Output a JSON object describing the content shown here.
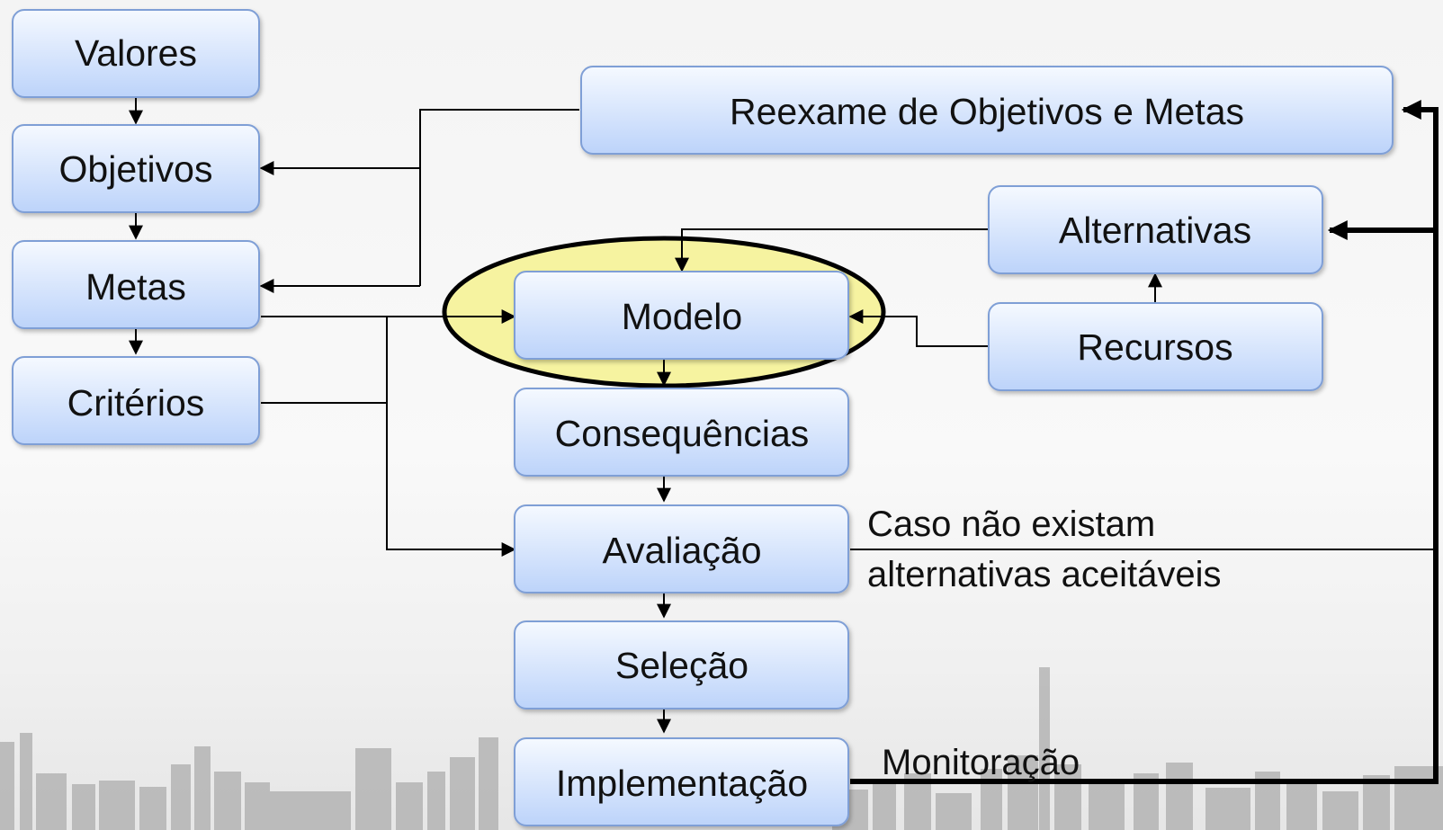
{
  "nodes": {
    "valores": "Valores",
    "objetivos": "Objetivos",
    "metas": "Metas",
    "criterios": "Critérios",
    "reexame": "Reexame de Objetivos e Metas",
    "alternativas": "Alternativas",
    "recursos": "Recursos",
    "modelo": "Modelo",
    "consequencias": "Consequências",
    "avaliacao": "Avaliação",
    "selecao": "Seleção",
    "implementacao": "Implementação"
  },
  "annotations": {
    "caso_line1": "Caso não existam",
    "caso_line2": "alternativas aceitáveis",
    "monitoracao": "Monitoração"
  },
  "colors": {
    "box_top": "#f4f8ff",
    "box_bottom": "#bcd3fa",
    "box_border": "#7f9fd6",
    "highlight_fill": "#f6f3a0",
    "line": "#000000"
  }
}
